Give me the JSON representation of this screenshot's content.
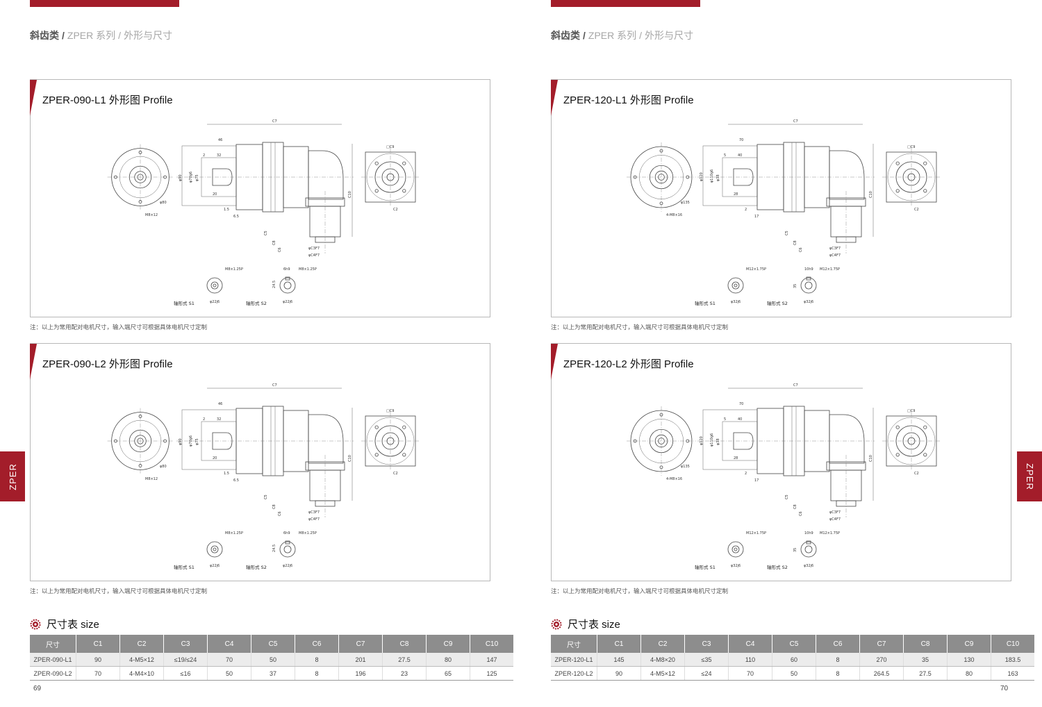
{
  "breadcrumb": {
    "category": "斜齿类",
    "series": "ZPER 系列",
    "section": "外形与尺寸"
  },
  "side_tab": "ZPER",
  "note": "注：以上为常用配对电机尺寸，输入端尺寸可根据具体电机尺寸定制",
  "size_heading": "尺寸表 size",
  "pages": [
    {
      "page_number": "69",
      "panels": [
        {
          "title": "ZPER-090-L1 外形图 Profile",
          "shaft1": "轴形式 S1",
          "shaft2": "轴形式 S2",
          "thread1": "M8×1.25P",
          "thread2": "M8×1.25P",
          "dia1": "φ22j6",
          "dia2": "φ22j6",
          "key": "6h9",
          "len": "24.5",
          "c9": "□C9",
          "c7": "C7",
          "c10": "C10",
          "d1": "46",
          "d2": "32",
          "d3": "20",
          "d4": "1.5",
          "d5": "6.5",
          "d6": "2",
          "c1": "φ90",
          "c3": "φ70g6",
          "c4": "φ75",
          "c5": "C5",
          "c8": "C8",
          "c6": "C6",
          "c2": "C2",
          "d7": "φC3F7",
          "d8": "φC4F7",
          "bolt": "M8×12",
          "pcd": "φ80"
        },
        {
          "title": "ZPER-090-L2 外形图 Profile",
          "shaft1": "轴形式 S1",
          "shaft2": "轴形式 S2",
          "thread1": "M8×1.25P",
          "thread2": "M8×1.25P",
          "dia1": "φ22j6",
          "dia2": "φ22j6",
          "key": "6h9",
          "len": "24.5",
          "c9": "□C9",
          "c7": "C7",
          "c10": "C10",
          "d1": "46",
          "d2": "32",
          "d3": "20",
          "d4": "1.5",
          "d5": "6.5",
          "d6": "2",
          "c1": "φ90",
          "c3": "φ70g6",
          "c4": "φ75",
          "c5": "C5",
          "c8": "C8",
          "c6": "C6",
          "c2": "C2",
          "d7": "φC3F7",
          "d8": "φC4F7",
          "bolt": "M8×12",
          "pcd": "φ80"
        }
      ],
      "table": {
        "headers": [
          "尺寸",
          "C1",
          "C2",
          "C3",
          "C4",
          "C5",
          "C6",
          "C7",
          "C8",
          "C9",
          "C10"
        ],
        "rows": [
          [
            "ZPER-090-L1",
            "90",
            "4-M5×12",
            "≤19/≤24",
            "70",
            "50",
            "8",
            "201",
            "27.5",
            "80",
            "147"
          ],
          [
            "ZPER-090-L2",
            "70",
            "4-M4×10",
            "≤16",
            "50",
            "37",
            "8",
            "196",
            "23",
            "65",
            "125"
          ]
        ]
      }
    },
    {
      "page_number": "70",
      "panels": [
        {
          "title": "ZPER-120-L1 外形图 Profile",
          "shaft1": "轴形式 S1",
          "shaft2": "轴形式 S2",
          "thread1": "M12×1.75P",
          "thread2": "M12×1.75P",
          "dia1": "φ32j6",
          "dia2": "φ32j6",
          "key": "10h9",
          "len": "35",
          "c9": "□C9",
          "c7": "C7",
          "c10": "C10",
          "d1": "70",
          "d2": "40",
          "d3": "28",
          "d4": "2",
          "d5": "17",
          "d6": "5",
          "c1": "φ120",
          "c3": "φ110g6",
          "c4": "φ38",
          "c5": "C5",
          "c8": "C8",
          "c6": "C6",
          "c2": "C2",
          "d7": "φC3F7",
          "d8": "φC4F7",
          "bolt": "4-M8×16",
          "pcd": "φ135"
        },
        {
          "title": "ZPER-120-L2 外形图 Profile",
          "shaft1": "轴形式 S1",
          "shaft2": "轴形式 S2",
          "thread1": "M12×1.75P",
          "thread2": "M12×1.75P",
          "dia1": "φ32j6",
          "dia2": "φ32j6",
          "key": "10h9",
          "len": "35",
          "c9": "□C9",
          "c7": "C7",
          "c10": "C10",
          "d1": "70",
          "d2": "40",
          "d3": "28",
          "d4": "2",
          "d5": "17",
          "d6": "5",
          "c1": "φ120",
          "c3": "φ110g6",
          "c4": "φ38",
          "c5": "C5",
          "c8": "C8",
          "c6": "C6",
          "c2": "C2",
          "d7": "φC3F7",
          "d8": "φC4F7",
          "bolt": "4-M8×16",
          "pcd": "φ135"
        }
      ],
      "table": {
        "headers": [
          "尺寸",
          "C1",
          "C2",
          "C3",
          "C4",
          "C5",
          "C6",
          "C7",
          "C8",
          "C9",
          "C10"
        ],
        "rows": [
          [
            "ZPER-120-L1",
            "145",
            "4-M8×20",
            "≤35",
            "110",
            "60",
            "8",
            "270",
            "35",
            "130",
            "183.5"
          ],
          [
            "ZPER-120-L2",
            "90",
            "4-M5×12",
            "≤24",
            "70",
            "50",
            "8",
            "264.5",
            "27.5",
            "80",
            "163"
          ]
        ]
      }
    }
  ],
  "colors": {
    "accent": "#a31d2a",
    "table_header": "#8d8d8d",
    "row_alt": "#ececec"
  }
}
